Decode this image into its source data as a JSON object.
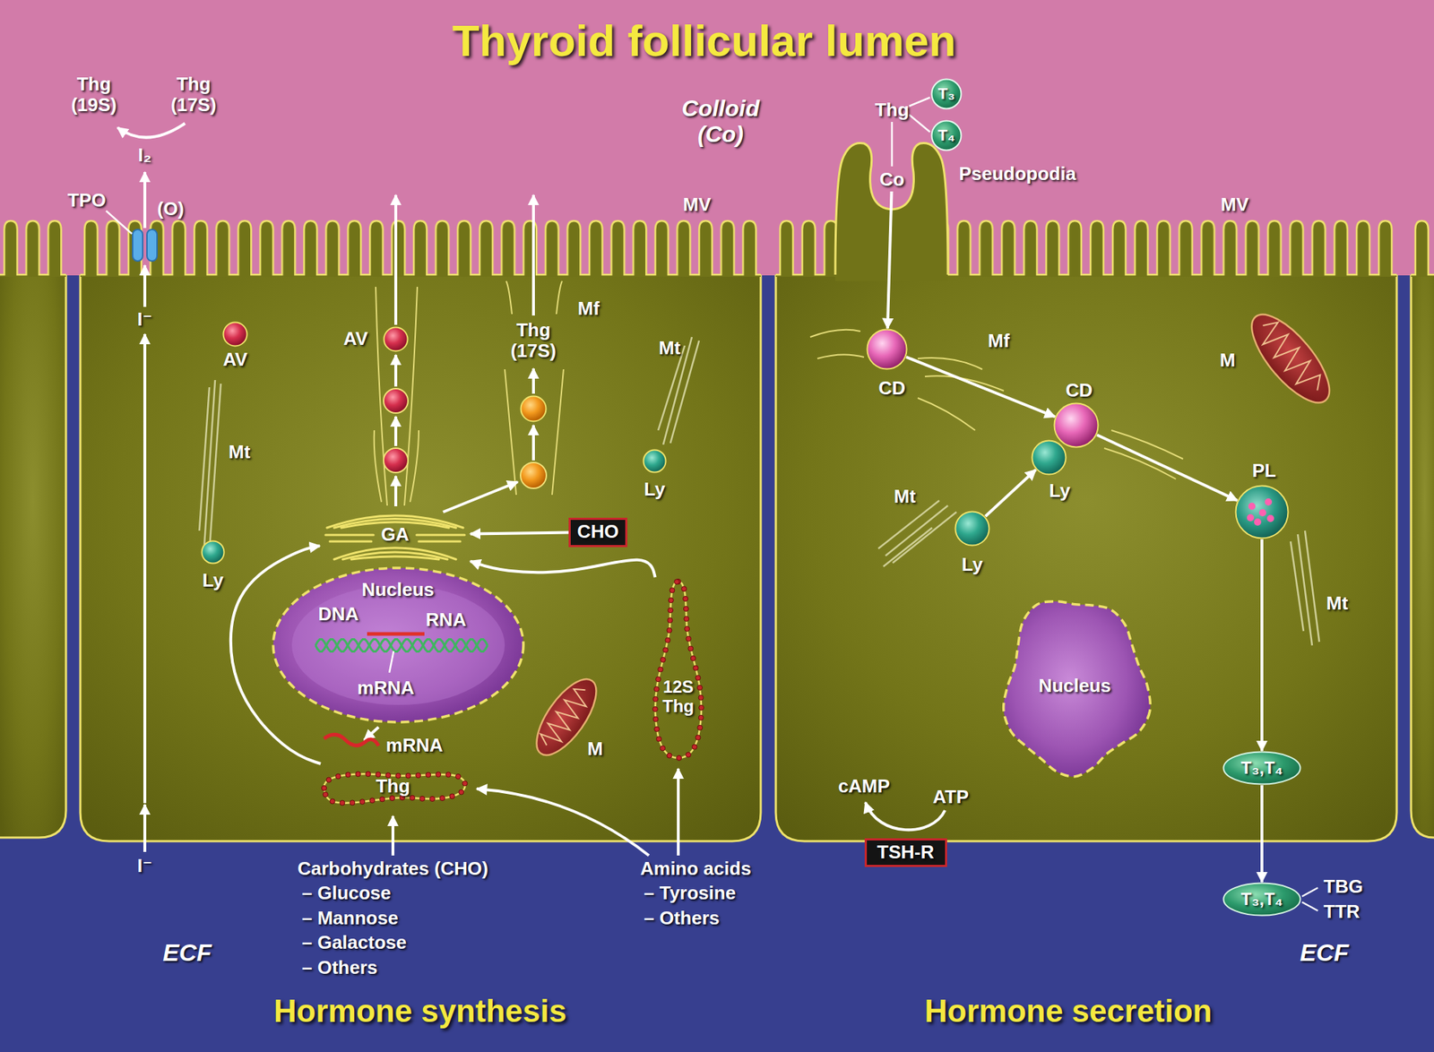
{
  "diagram": {
    "title": "Thyroid follicular lumen",
    "nodes": [
      {
        "text": [
          "T₃"
        ]
      },
      {
        "text": [
          "T₄"
        ]
      },
      {
        "text": [
          "Co"
        ]
      },
      {
        "text": [
          "AV"
        ]
      },
      {
        "text": [
          "AV"
        ]
      },
      {
        "text": [
          "Thg (17S)"
        ]
      },
      {
        "text": [
          "Ly"
        ]
      },
      {
        "text": [
          "Ly"
        ]
      },
      {
        "text": [
          "GA"
        ]
      },
      {
        "text": [
          "CHO"
        ]
      },
      {
        "text": [
          "Nucleus",
          "DNA",
          "RNA",
          "mRNA"
        ]
      },
      {
        "text": [
          "Thg"
        ]
      },
      {
        "text": [
          "12S Thg"
        ]
      },
      {
        "text": [
          "CD"
        ]
      },
      {
        "text": [
          "CD"
        ]
      },
      {
        "text": [
          "Ly"
        ]
      },
      {
        "text": [
          "Ly"
        ]
      },
      {
        "text": [
          "PL"
        ]
      },
      {
        "text": [
          "Nucleus"
        ]
      },
      {
        "text": [
          "TSH-R"
        ]
      },
      {
        "text": [
          "T₃,T₄"
        ]
      },
      {
        "text": [
          "T₃,T₄"
        ]
      }
    ],
    "edges": [
      {
        "from": 9,
        "to": 8,
        "arrow": "to"
      },
      {
        "from": 11,
        "to": 8,
        "arrow": "to"
      },
      {
        "from": 12,
        "to": 8,
        "arrow": "to"
      },
      {
        "from": 2,
        "to": 13,
        "arrow": "to"
      },
      {
        "from": 13,
        "to": 14,
        "arrow": "to"
      },
      {
        "from": 16,
        "to": 15,
        "arrow": "to"
      },
      {
        "from": 14,
        "to": 17,
        "arrow": "to"
      },
      {
        "from": 17,
        "to": 20,
        "arrow": "to"
      },
      {
        "from": 20,
        "to": 21,
        "arrow": "to"
      }
    ],
    "labels": [
      "Thg (19S)",
      "Thg (17S)",
      "I₂",
      "TPO",
      "(O)",
      "I⁻",
      "I⁻",
      "Colloid (Co)",
      "MV",
      "Thg",
      "Pseudopodia",
      "MV",
      "Mf",
      "Mt",
      "Mt",
      "mRNA",
      "M",
      "Mf",
      "M",
      "Mt",
      "Mt",
      "cAMP",
      "ATP",
      "TBG",
      "TTR",
      "Carbohydrates (CHO)",
      "– Glucose",
      "– Mannose",
      "– Galactose",
      "– Others",
      "Amino acids",
      "– Tyrosine",
      "– Others",
      "ECF",
      "ECF",
      "Hormone synthesis",
      "Hormone secretion"
    ]
  }
}
